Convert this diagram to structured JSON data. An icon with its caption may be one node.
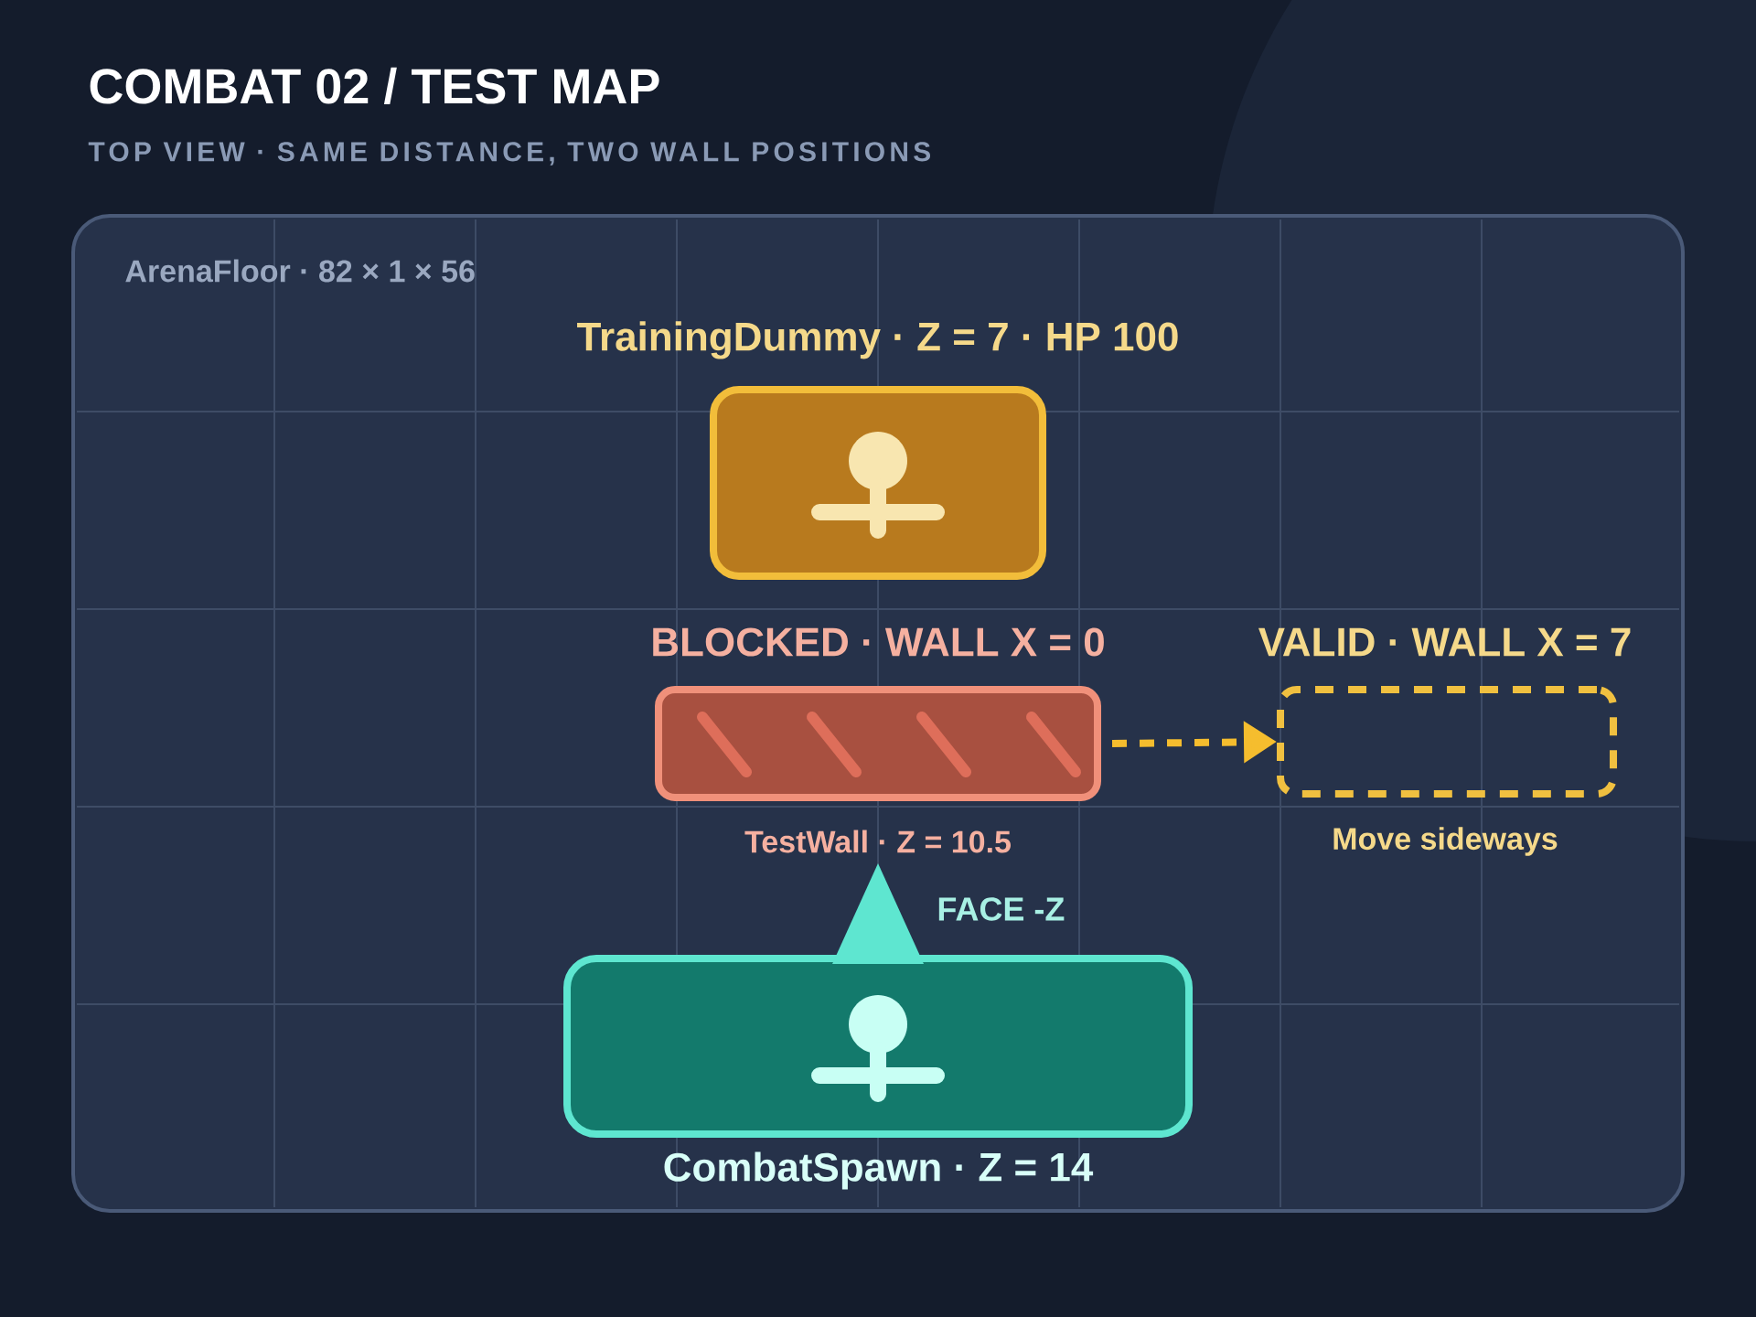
{
  "diagram": {
    "title": "COMBAT 02 / TEST MAP",
    "caption": "TOP VIEW · SAME DISTANCE, TWO WALL POSITIONS",
    "nodes": [
      {
        "text": [
          "ArenaFloor · 82 × 1 × 56"
        ]
      },
      {
        "text": [
          "TrainingDummy · Z = 7 · HP 100"
        ],
        "in": 0
      },
      {
        "text": [
          "BLOCKED · WALL X = 0"
        ],
        "beside": [
          "TestWall · Z = 10.5"
        ],
        "in": 0
      },
      {
        "text": [
          "VALID · WALL X = 7"
        ],
        "beside": [
          "Move sideways"
        ],
        "in": 0
      },
      {
        "text": [
          "CombatSpawn · Z = 14"
        ],
        "in": 0
      }
    ],
    "edges": [
      {
        "from": 2,
        "to": 3,
        "arrow": "to",
        "style": "dashed",
        "color": "#f5bd2e"
      },
      {
        "from": 4,
        "to": 2,
        "arrow": "to",
        "label": "FACE -Z",
        "color": "#5ee6d0"
      }
    ]
  }
}
